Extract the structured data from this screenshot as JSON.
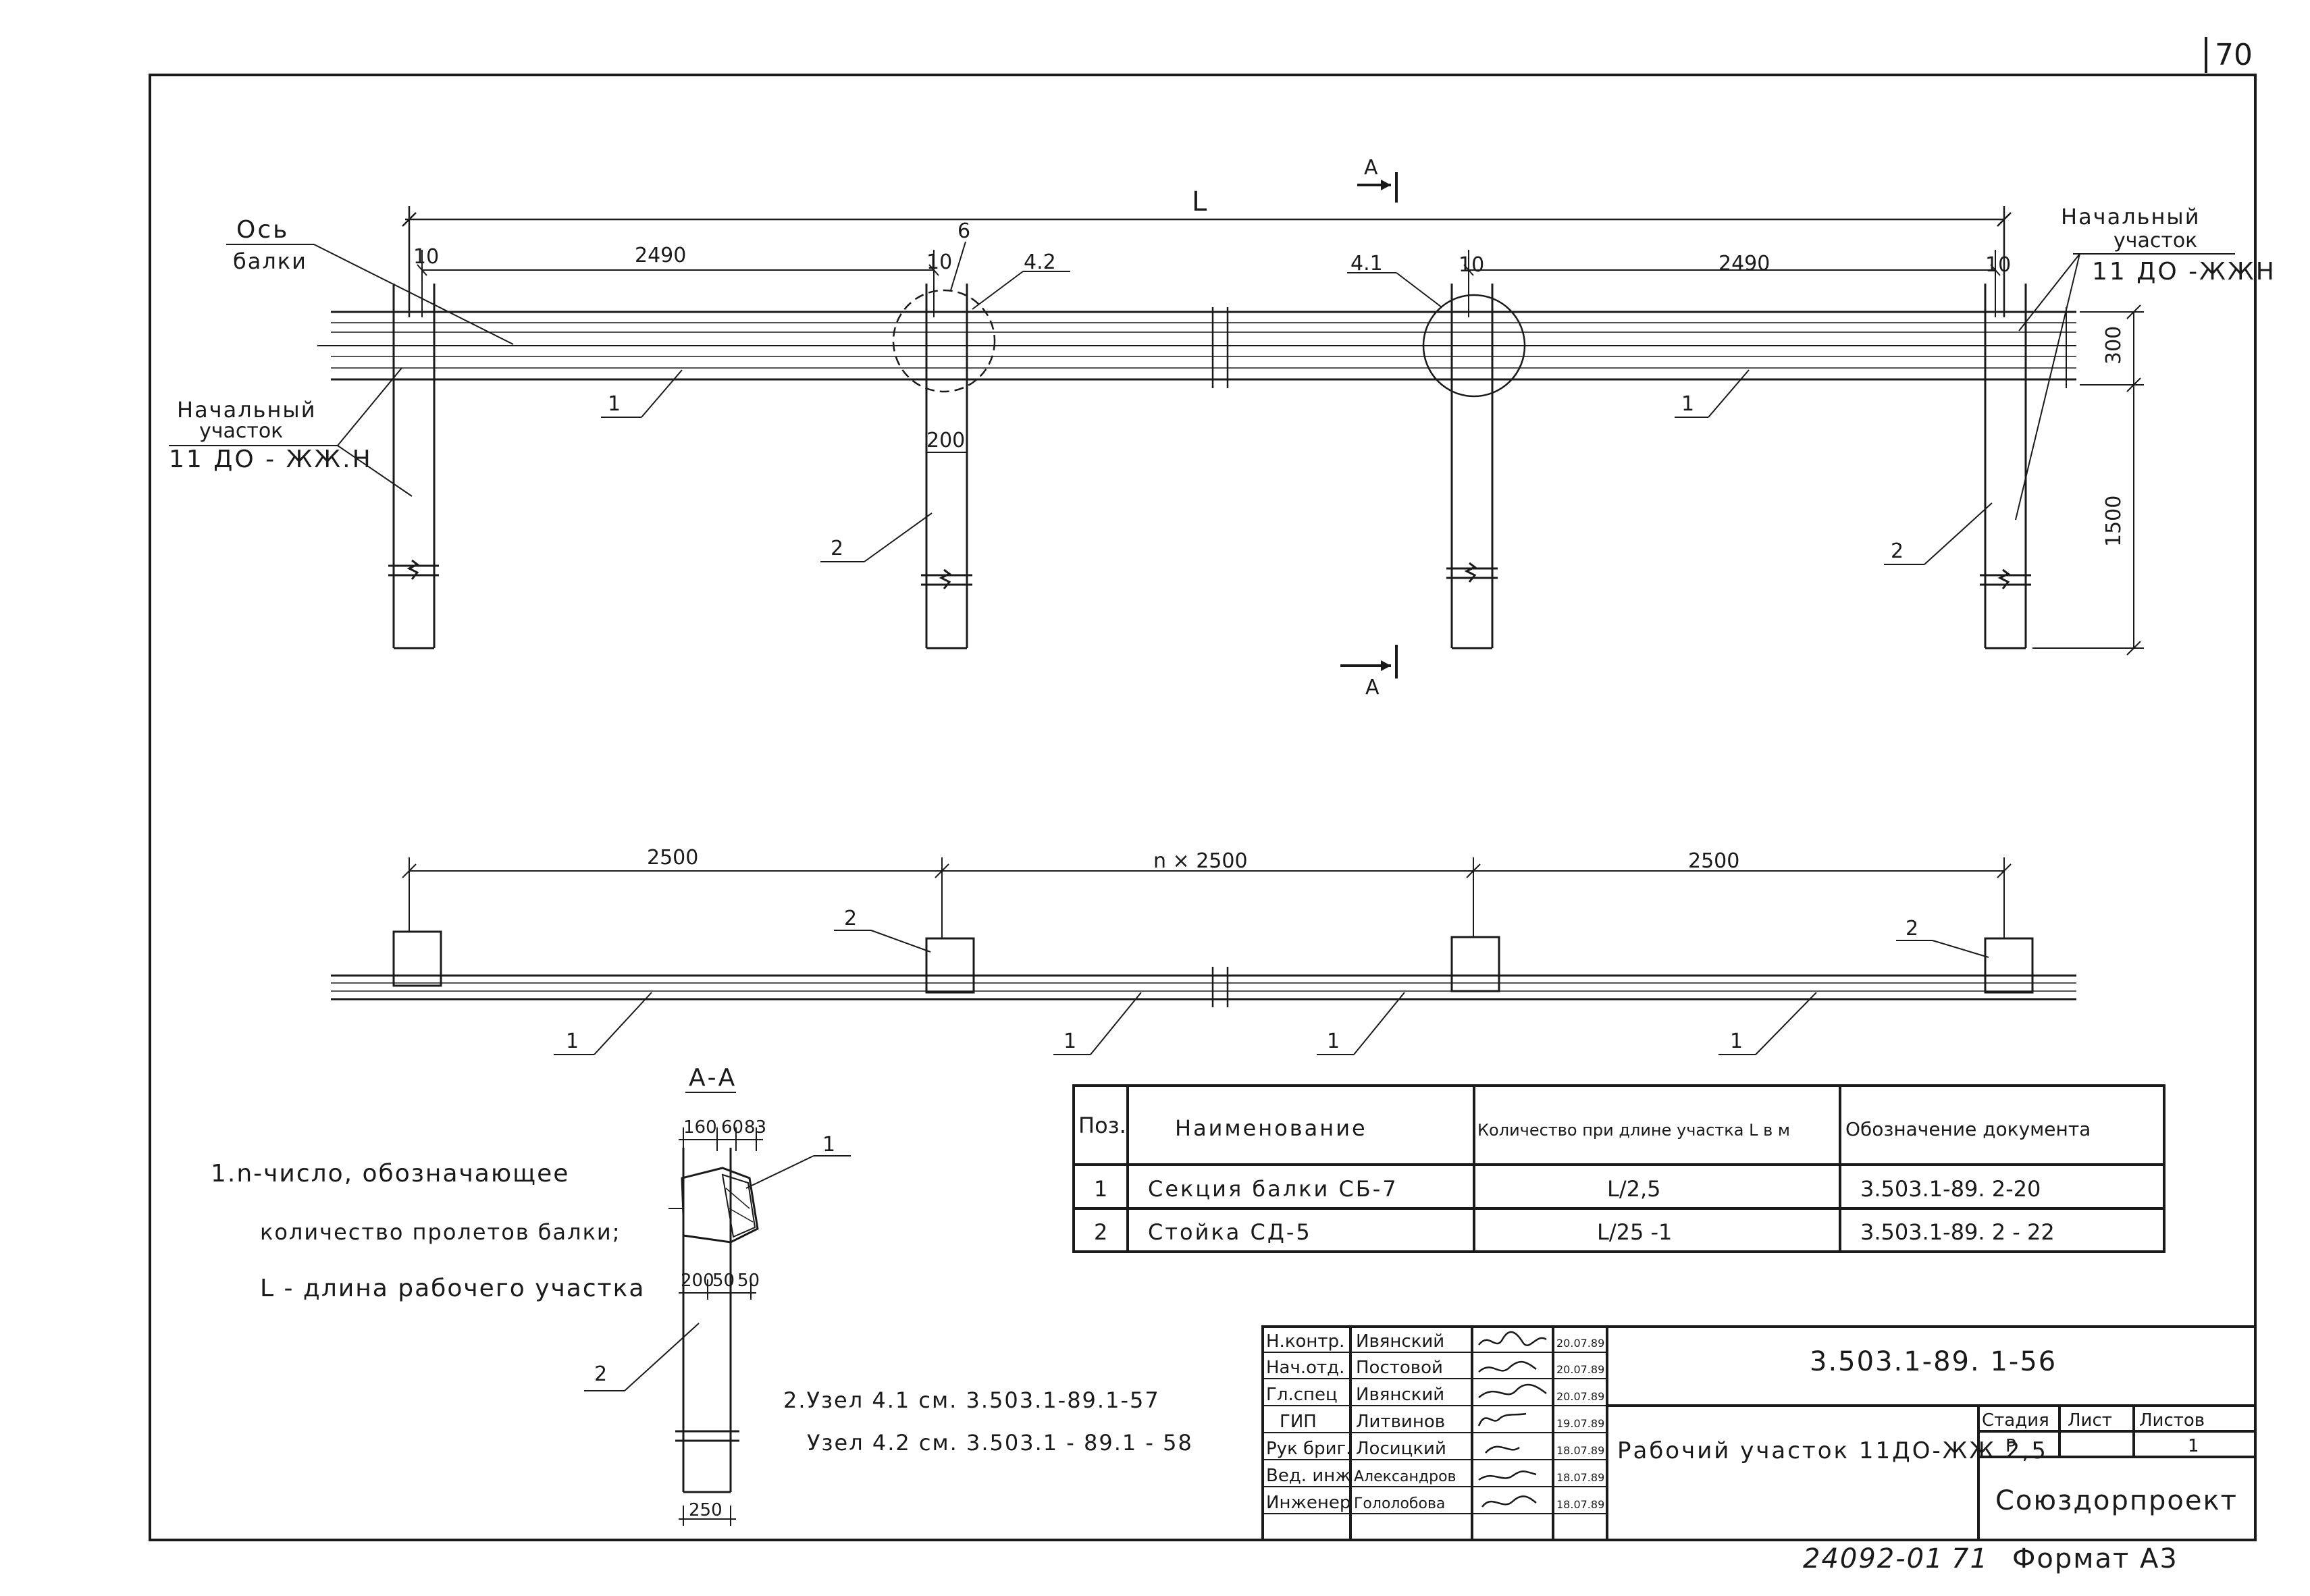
{
  "sheet": {
    "page_number": "70",
    "archive_number": "24092-01",
    "archive_page": "71",
    "format_label": "Формат А3"
  },
  "plan": {
    "section_marker": "А",
    "total_length": "L",
    "axis_label_line1": "Ось",
    "axis_label_line2": "балки",
    "start_label_left_line1": "Начальный",
    "start_label_left_line2": "участок",
    "start_label_left_line3": "11 ДО - ЖЖ.Н",
    "start_label_right_line1": "Начальный",
    "start_label_right_line2": "участок",
    "start_label_right_line3": "11 ДО -ЖЖН",
    "dim_10": "10",
    "dim_2490": "2490",
    "dim_6": "6",
    "node_42": "4.2",
    "node_41": "4.1",
    "dim_200": "200",
    "dim_300": "300",
    "dim_1500": "1500",
    "pos_1": "1",
    "pos_2": "2"
  },
  "elevation": {
    "dim_2500": "2500",
    "dim_n2500": "n × 2500",
    "pos_1": "1",
    "pos_2": "2"
  },
  "section_aa": {
    "title": "А-А",
    "dim_160": "160",
    "dim_60": "60",
    "dim_83": "83",
    "dim_200": "200",
    "dim_50a": "50",
    "dim_50b": "50",
    "dim_250": "250",
    "pos_1": "1",
    "pos_2": "2"
  },
  "notes": {
    "note1_line1": "1.n-число, обозначающее",
    "note1_line2": "количество пролетов балки;",
    "note1_line3": "L - длина рабочего участка",
    "note2_line1": "2.Узел 4.1 см. 3.503.1-89.1-57",
    "note2_line2": "Узел 4.2 см. 3.503.1 - 89.1 - 58"
  },
  "spec_table": {
    "headers": [
      "Поз.",
      "Наименование",
      "Количество при длине участка L в м",
      "Обозначение документа"
    ],
    "rows": [
      [
        "1",
        "Секция   балки СБ-7",
        "L/2,5",
        "3.503.1-89. 2-20"
      ],
      [
        "2",
        "Стойка   СД-5",
        "L/25  -1",
        "3.503.1-89. 2 - 22"
      ]
    ]
  },
  "title_block": {
    "document_code": "3.503.1-89. 1-56",
    "title": "Рабочий участок 11ДО-ЖЖ 2,5",
    "stage_header": "Стадия",
    "sheet_header": "Лист",
    "sheets_header": "Листов",
    "stage_value": "Р",
    "sheet_value": "",
    "sheets_value": "1",
    "organization": "Союздорпроект",
    "signatures": [
      {
        "role": "Н.контр.",
        "name": "Ивянский",
        "date": "20.07.89"
      },
      {
        "role": "Нач.отд.",
        "name": "Постовой",
        "date": "20.07.89"
      },
      {
        "role": "Гл.спец",
        "name": "Ивянский",
        "date": "20.07.89"
      },
      {
        "role": "ГИП",
        "name": "Литвинов",
        "date": "19.07.89"
      },
      {
        "role": "Рук бриг.",
        "name": "Лосицкий",
        "date": "18.07.89"
      },
      {
        "role": "Вед. инж",
        "name": "Александров",
        "date": "18.07.89"
      },
      {
        "role": "Инженер",
        "name": "Гололобова",
        "date": "18.07.89"
      }
    ]
  }
}
